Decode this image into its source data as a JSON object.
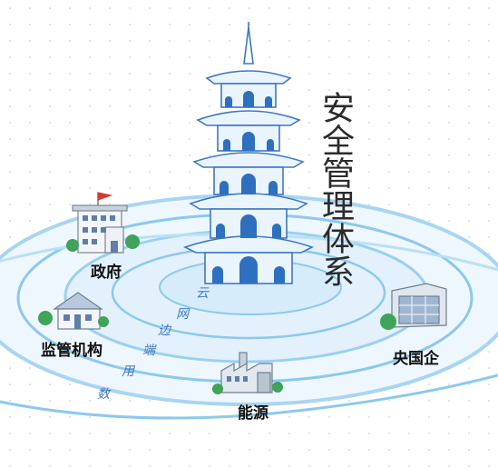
{
  "title": "安全管理体系",
  "nodes": {
    "government": "政府",
    "regulator": "监管机构",
    "energy": "能源",
    "soe": "央国企"
  },
  "flow_chars": [
    "云",
    "网",
    "边",
    "端",
    "用",
    "数"
  ],
  "colors": {
    "ring_blue": "#8cc8ee",
    "water_blue": "#d6ecfa",
    "pagoda_line": "#3f78c0",
    "pagoda_fill": "#eaf4fd",
    "arch_blue": "#2f6fc0",
    "flag_red": "#d63b2f",
    "tree_green": "#3fa35a"
  },
  "icons": [
    "pagoda-icon",
    "government-building-icon",
    "regulator-building-icon",
    "factory-icon",
    "office-building-icon",
    "tree-icon",
    "flag-icon"
  ]
}
